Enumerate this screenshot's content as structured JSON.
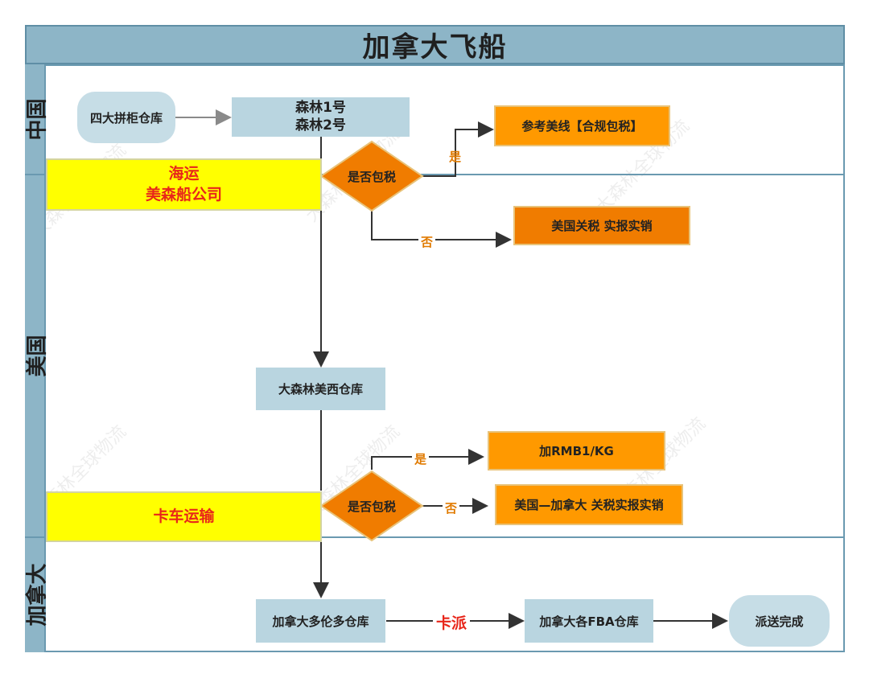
{
  "title": "加拿大飞船",
  "lanes": {
    "china": "中国",
    "usa": "美国",
    "canada": "加拿大"
  },
  "nodes": {
    "warehouse_4": "四大拼柜仓库",
    "forest_1": "森林1号",
    "forest_2": "森林2号",
    "sea_1": "海运",
    "sea_2": "美森船公司",
    "decision_1": "是否包税",
    "ref_us_line": "参考美线【合规包税】",
    "us_tax": "美国关税 实报实销",
    "west_wh": "大森林美西仓库",
    "truck": "卡车运输",
    "decision_2": "是否包税",
    "add_rmb": "加RMB1/KG",
    "us_ca_tax": "美国—加拿大 关税实报实销",
    "toronto_wh": "加拿大多伦多仓库",
    "fba_wh": "加拿大各FBA仓库",
    "done": "派送完成"
  },
  "edges": {
    "yes_1": "是",
    "no_1": "否",
    "yes_2": "是",
    "no_2": "否",
    "kapai": "卡派"
  },
  "watermark": "大森林全球物流",
  "colors": {
    "title_bg": "#8db5c7",
    "box": "#b9d5e0",
    "orange": "#ff9900",
    "orange_dark": "#f07c00",
    "yellow": "#ffff00",
    "red_text": "#e8261a"
  }
}
